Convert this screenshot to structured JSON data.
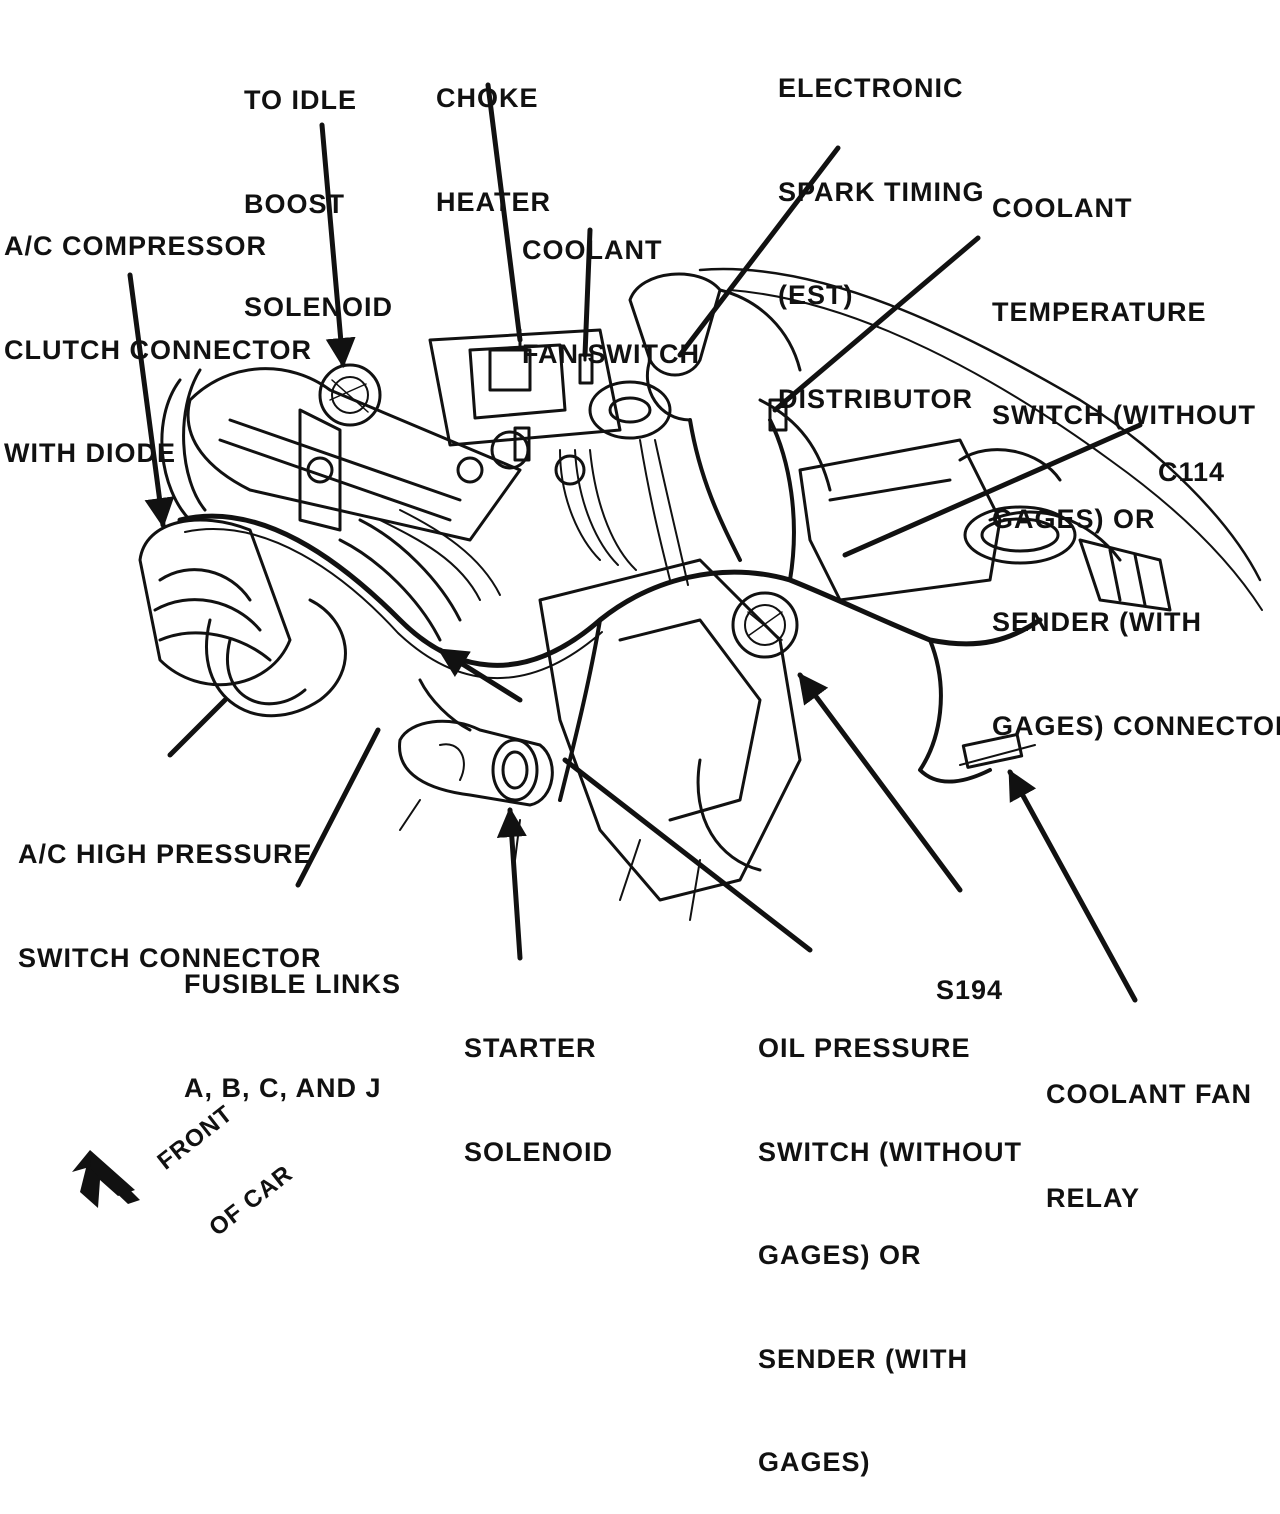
{
  "labels": {
    "idle_boost": [
      "TO IDLE",
      "BOOST",
      "SOLENOID"
    ],
    "choke_heater": [
      "CHOKE",
      "HEATER"
    ],
    "est_distributor": [
      "ELECTRONIC",
      "SPARK TIMING",
      "(EST)",
      "DISTRIBUTOR"
    ],
    "ac_compressor": [
      "A/C COMPRESSOR",
      "CLUTCH CONNECTOR",
      "WITH DIODE"
    ],
    "coolant_fan_switch": [
      "COOLANT",
      "FAN SWITCH"
    ],
    "coolant_temp": [
      "COOLANT",
      "TEMPERATURE",
      "SWITCH (WITHOUT",
      "GAGES) OR",
      "SENDER (WITH",
      "GAGES) CONNECTOR"
    ],
    "c114": [
      "C114"
    ],
    "ac_high_pressure": [
      "A/C HIGH PRESSURE",
      "SWITCH CONNECTOR"
    ],
    "fusible_links": [
      "FUSIBLE LINKS",
      "A, B, C, AND J"
    ],
    "s194": [
      "S194"
    ],
    "starter_solenoid": [
      "STARTER",
      "SOLENOID"
    ],
    "oil_pressure": [
      "OIL PRESSURE",
      "SWITCH (WITHOUT",
      "GAGES) OR",
      "SENDER (WITH",
      "GAGES)"
    ],
    "coolant_fan_relay": [
      "COOLANT FAN",
      "RELAY"
    ],
    "front_of_car": [
      "FRONT",
      "OF CAR"
    ]
  },
  "colors": {
    "ink": "#111111",
    "paper": "#ffffff"
  }
}
